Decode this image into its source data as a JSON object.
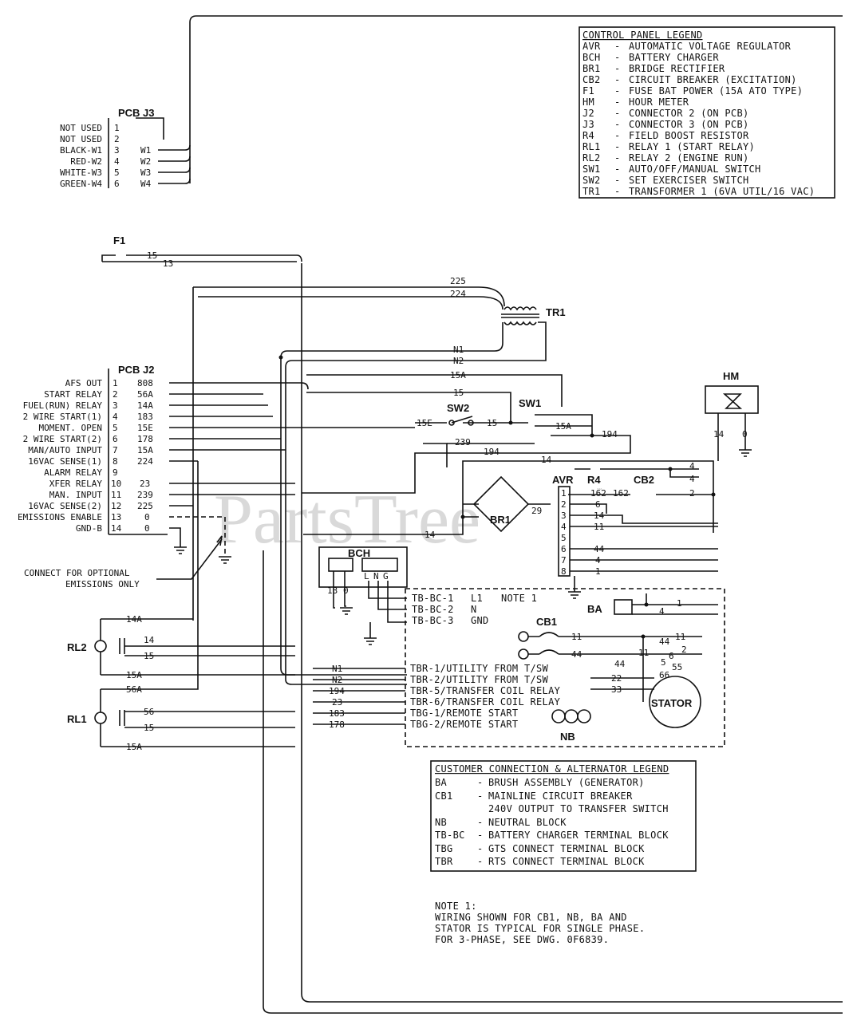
{
  "watermark": "PartsTree",
  "watermark_tm": "™",
  "control_legend": {
    "title": "CONTROL PANEL LEGEND",
    "rows": [
      {
        "code": "AVR",
        "text": "AUTOMATIC VOLTAGE REGULATOR"
      },
      {
        "code": "BCH",
        "text": "BATTERY CHARGER"
      },
      {
        "code": "BR1",
        "text": "BRIDGE RECTIFIER"
      },
      {
        "code": "CB2",
        "text": "CIRCUIT BREAKER (EXCITATION)"
      },
      {
        "code": "F1",
        "text": "FUSE BAT POWER (15A ATO TYPE)"
      },
      {
        "code": "HM",
        "text": "HOUR METER"
      },
      {
        "code": "J2",
        "text": "CONNECTOR 2 (ON PCB)"
      },
      {
        "code": "J3",
        "text": "CONNECTOR 3 (ON PCB)"
      },
      {
        "code": "R4",
        "text": "FIELD BOOST RESISTOR"
      },
      {
        "code": "RL1",
        "text": "RELAY 1 (START RELAY)"
      },
      {
        "code": "RL2",
        "text": "RELAY 2 (ENGINE RUN)"
      },
      {
        "code": "SW1",
        "text": "AUTO/OFF/MANUAL SWITCH"
      },
      {
        "code": "SW2",
        "text": "SET EXERCISER SWITCH"
      },
      {
        "code": "TR1",
        "text": "TRANSFORMER 1 (6VA UTIL/16 VAC)"
      }
    ]
  },
  "customer_legend": {
    "title": "CUSTOMER CONNECTION & ALTERNATOR LEGEND",
    "rows": [
      {
        "code": "BA",
        "text": "BRUSH ASSEMBLY (GENERATOR)"
      },
      {
        "code": "CB1",
        "text": "MAINLINE CIRCUIT BREAKER"
      },
      {
        "code": "",
        "text": "240V OUTPUT TO TRANSFER SWITCH"
      },
      {
        "code": "NB",
        "text": "NEUTRAL BLOCK"
      },
      {
        "code": "TB-BC",
        "text": "BATTERY CHARGER TERMINAL BLOCK"
      },
      {
        "code": "TBG",
        "text": "GTS CONNECT TERMINAL BLOCK"
      },
      {
        "code": "TBR",
        "text": "RTS CONNECT TERMINAL BLOCK"
      }
    ]
  },
  "note": {
    "heading": "NOTE 1:",
    "lines": [
      "WIRING SHOWN FOR CB1, NB, BA AND",
      "STATOR IS TYPICAL FOR SINGLE PHASE.",
      "FOR 3-PHASE, SEE DWG.  0F6839."
    ]
  },
  "pcb_j3": {
    "title": "PCB J3",
    "pins": [
      {
        "label": "NOT USED",
        "num": "1",
        "wire": ""
      },
      {
        "label": "NOT USED",
        "num": "2",
        "wire": ""
      },
      {
        "label": "BLACK-W1",
        "num": "3",
        "wire": "W1"
      },
      {
        "label": "RED-W2",
        "num": "4",
        "wire": "W2"
      },
      {
        "label": "WHITE-W3",
        "num": "5",
        "wire": "W3"
      },
      {
        "label": "GREEN-W4",
        "num": "6",
        "wire": "W4"
      }
    ]
  },
  "pcb_j2": {
    "title": "PCB J2",
    "pins": [
      {
        "label": "AFS OUT",
        "num": "1",
        "wire": "808"
      },
      {
        "label": "START RELAY",
        "num": "2",
        "wire": "56A"
      },
      {
        "label": "FUEL(RUN) RELAY",
        "num": "3",
        "wire": "14A"
      },
      {
        "label": "2 WIRE START(1)",
        "num": "4",
        "wire": "183"
      },
      {
        "label": "MOMENT. OPEN",
        "num": "5",
        "wire": "15E"
      },
      {
        "label": "2 WIRE START(2)",
        "num": "6",
        "wire": "178"
      },
      {
        "label": "MAN/AUTO INPUT",
        "num": "7",
        "wire": "15A"
      },
      {
        "label": "16VAC SENSE(1)",
        "num": "8",
        "wire": "224"
      },
      {
        "label": "ALARM RELAY",
        "num": "9",
        "wire": ""
      },
      {
        "label": "XFER RELAY",
        "num": "10",
        "wire": "23"
      },
      {
        "label": "MAN. INPUT",
        "num": "11",
        "wire": "239"
      },
      {
        "label": "16VAC SENSE(2)",
        "num": "12",
        "wire": "225"
      },
      {
        "label": "EMISSIONS ENABLE",
        "num": "13",
        "wire": "0"
      },
      {
        "label": "GND-B",
        "num": "14",
        "wire": "0"
      }
    ]
  },
  "components": {
    "f1": "F1",
    "tr1": "TR1",
    "sw1": "SW1",
    "sw2": "SW2",
    "hm": "HM",
    "avr": "AVR",
    "r4": "R4",
    "cb2": "CB2",
    "br1": "BR1",
    "bch": "BCH",
    "ba": "BA",
    "cb1": "CB1",
    "nb": "NB",
    "stator": "STATOR",
    "rl1": "RL1",
    "rl2": "RL2",
    "note1": "NOTE 1"
  },
  "avr_pins": [
    "1",
    "2",
    "3",
    "4",
    "5",
    "6",
    "7",
    "8"
  ],
  "avr_wires": [
    "162",
    "6",
    "14",
    "11",
    "",
    "44",
    "4",
    "1"
  ],
  "bch_terms": [
    "L",
    "N",
    "G"
  ],
  "optional_note": [
    "CONNECT FOR OPTIONAL",
    "EMISSIONS ONLY"
  ],
  "terminals": [
    {
      "wire": "N1",
      "label": "TBR-1/UTILITY FROM T/SW"
    },
    {
      "wire": "N2",
      "label": "TBR-2/UTILITY FROM T/SW"
    },
    {
      "wire": "194",
      "label": "TBR-5/TRANSFER COIL RELAY"
    },
    {
      "wire": "23",
      "label": "TBR-6/TRANSFER COIL RELAY"
    },
    {
      "wire": "183",
      "label": "TBG-1/REMOTE START"
    },
    {
      "wire": "178",
      "label": "TBG-2/REMOTE START"
    }
  ],
  "tb_bc": [
    {
      "term": "TB-BC-1",
      "sig": "L1"
    },
    {
      "term": "TB-BC-2",
      "sig": "N"
    },
    {
      "term": "TB-BC-3",
      "sig": "GND"
    }
  ],
  "wire_labels": {
    "w15": "15",
    "w13": "13",
    "w225": "225",
    "w224": "224",
    "wN1": "N1",
    "wN2": "N2",
    "w15A": "15A",
    "w15b": "15",
    "w15E": "15E",
    "w15c": "15",
    "w15A2": "15A",
    "w194": "194",
    "w239": "239",
    "w194b": "194",
    "w14": "14",
    "w29": "29",
    "w14b": "14",
    "w4a": "4",
    "w4b": "4",
    "w2": "2",
    "w162": "162",
    "hm14": "14",
    "hm0": "0",
    "bch13": "13",
    "bch0": "0",
    "ba1": "1",
    "ba4": "4",
    "cb1_11": "11",
    "cb1_44": "44",
    "s11": "11",
    "s44": "44",
    "s2": "2",
    "s6": "6",
    "s11b": "11",
    "s44b": "44",
    "s5": "5",
    "s55": "55",
    "s66": "66",
    "s22": "22",
    "s33": "33",
    "rl2_14A": "14A",
    "rl2_14": "14",
    "rl2_15": "15",
    "rl2_15A": "15A",
    "rl1_56A": "56A",
    "rl1_56": "56",
    "rl1_15": "15",
    "rl1_15A": "15A"
  }
}
